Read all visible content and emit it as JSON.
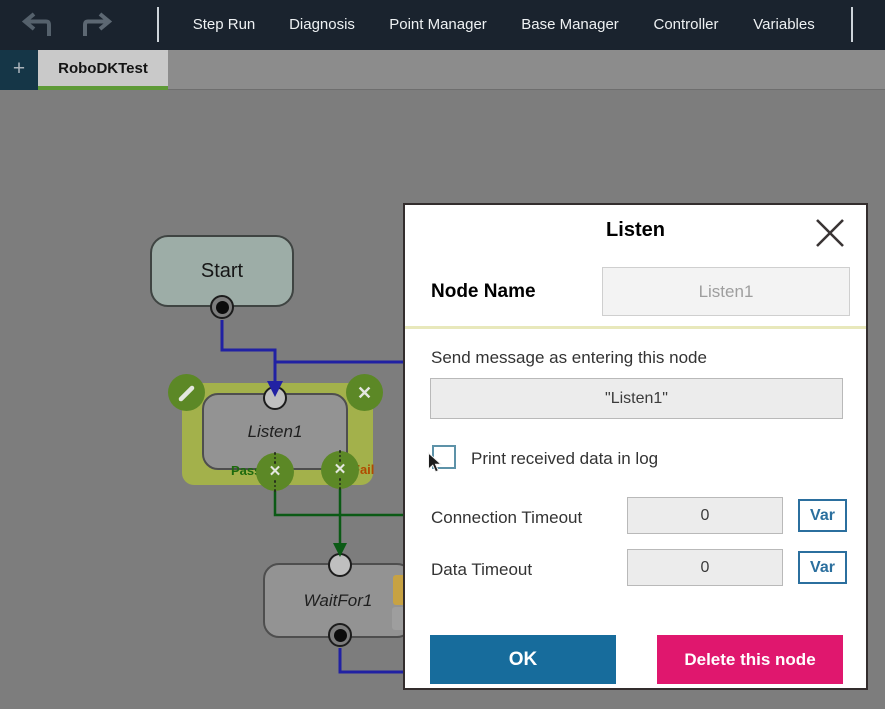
{
  "toolbar": {
    "menu": [
      {
        "label": "Step Run"
      },
      {
        "label": "Diagnosis"
      },
      {
        "label": "Point Manager"
      },
      {
        "label": "Base Manager"
      },
      {
        "label": "Controller"
      },
      {
        "label": "Variables"
      }
    ]
  },
  "tab_bar": {
    "add_button": "+",
    "active_tab": "RoboDKTest"
  },
  "canvas": {
    "nodes": {
      "start": {
        "label": "Start"
      },
      "listen": {
        "label": "Listen1",
        "pass_label": "Pass",
        "fail_label": "Fail"
      },
      "waitfor": {
        "label": "WaitFor1"
      }
    }
  },
  "dialog": {
    "title": "Listen",
    "node_name_label": "Node Name",
    "node_name_value": "Listen1",
    "send_message_label": "Send message as entering this node",
    "send_message_value": "\"Listen1\"",
    "print_checkbox_label": "Print received data in log",
    "print_checkbox_checked": false,
    "connection_timeout_label": "Connection Timeout",
    "connection_timeout_value": "0",
    "data_timeout_label": "Data Timeout",
    "data_timeout_value": "0",
    "var_button_label": "Var",
    "ok_button_label": "OK",
    "delete_button_label": "Delete this node"
  },
  "colors": {
    "toolbar_bg": "#1a232e",
    "tab_underline_green": "#5e9a37",
    "node_highlight_olive": "#a3b14b",
    "icon_circle_green": "#5c8826",
    "wire_blue": "#2121a3",
    "wire_green": "#0b5a15",
    "ok_button_bg": "#176c9c",
    "delete_button_bg": "#e0176e",
    "var_button_blue": "#2b6f9e"
  }
}
